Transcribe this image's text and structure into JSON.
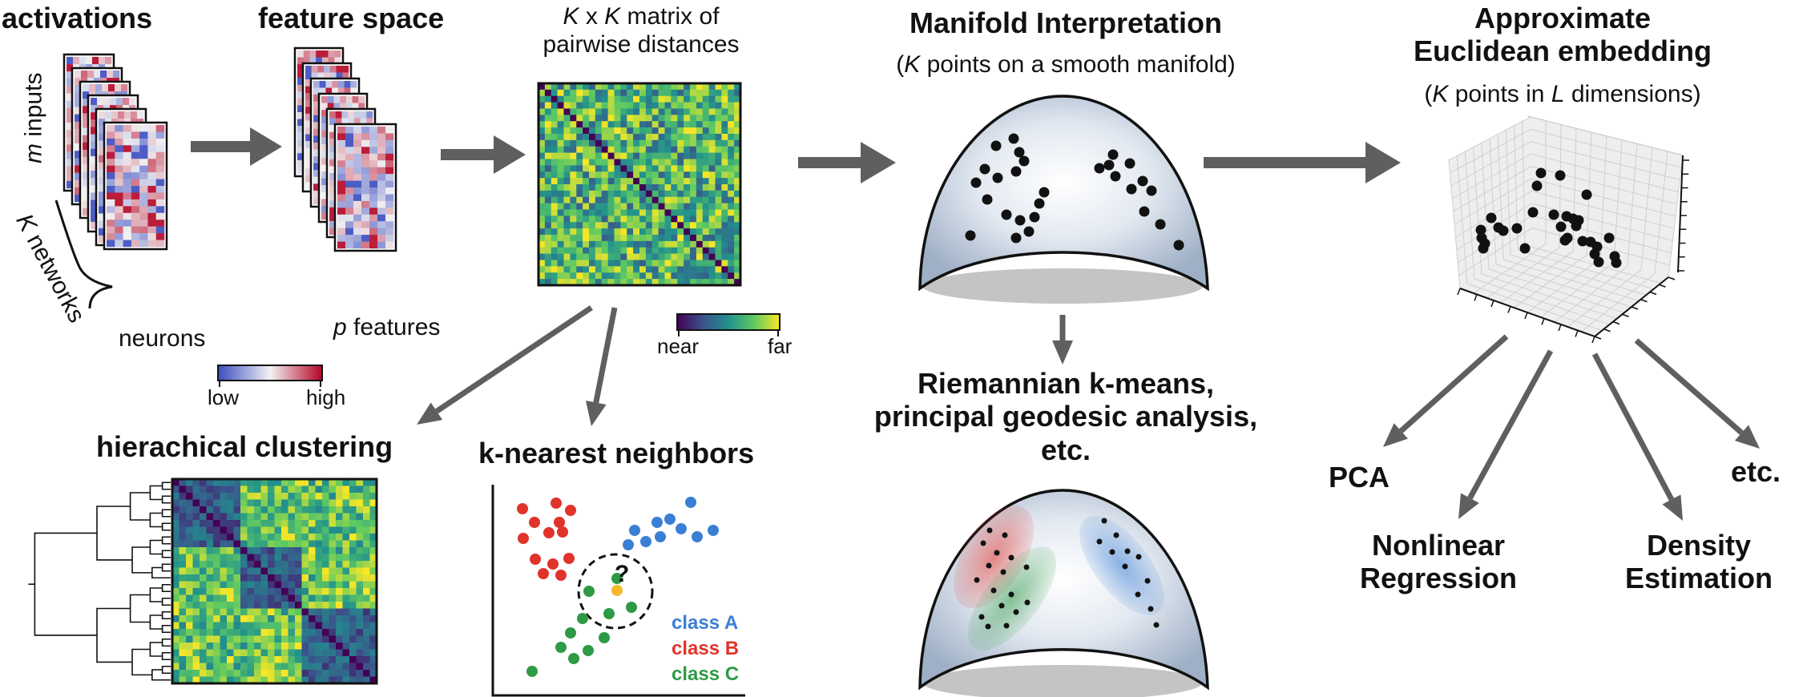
{
  "headings": {
    "activations": "activations",
    "feature_space": "feature space",
    "matrix_line1_a": "K",
    "matrix_line1_b": " x ",
    "matrix_line1_c": "K",
    "matrix_line1_d": " matrix of",
    "matrix_line2": "pairwise distances",
    "manifold_title": "Manifold Interpretation",
    "manifold_sub_a": "(",
    "manifold_sub_b": "K",
    "manifold_sub_c": " points on a smooth manifold)",
    "euclid_line1": "Approximate",
    "euclid_line2": "Euclidean embedding",
    "euclid_sub_a": "(",
    "euclid_sub_b": "K",
    "euclid_sub_c": " points in ",
    "euclid_sub_d": "L",
    "euclid_sub_e": " dimensions)",
    "hclust": "hierachical clustering",
    "knn": "k-nearest neighbors",
    "riem_line1": "Riemannian k-means,",
    "riem_line2": "principal geodesic analysis,",
    "riem_line3": "etc."
  },
  "labels": {
    "m_inputs_a": "m",
    "m_inputs_b": " inputs",
    "k_networks_a": "K",
    "k_networks_b": " networks",
    "neurons": "neurons",
    "p_features_a": "p",
    "p_features_b": " features",
    "cbar_low": "low",
    "cbar_high": "high",
    "cbar_near": "near",
    "cbar_far": "far",
    "question": "?",
    "class_a": "class A",
    "class_b": "class B",
    "class_c": "class C"
  },
  "methods": {
    "pca": "PCA",
    "nonlinear_1": "Nonlinear",
    "nonlinear_2": "Regression",
    "density_1": "Density",
    "density_2": "Estimation",
    "etc": "etc."
  },
  "colors": {
    "arrow": "#5f5f5f",
    "class_a": "#3a7fd5",
    "class_b": "#e0332b",
    "class_c": "#2e9a45",
    "query": "#f5b82e",
    "viridis_start": "#440154",
    "viridis_end": "#fde725",
    "coolwarm_low": "#3b4cc0",
    "coolwarm_high": "#b40426"
  }
}
